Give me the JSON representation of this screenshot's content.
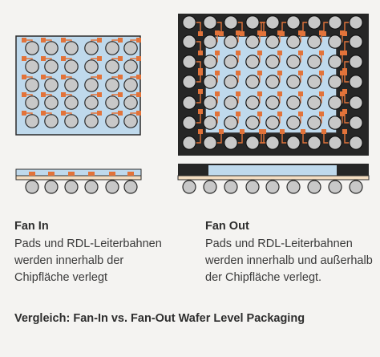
{
  "fan_in": {
    "title": "Fan In",
    "lines": [
      "Pads und RDL-Leiterbahnen",
      "werden innerhalb der",
      "Chipfläche verlegt"
    ]
  },
  "fan_out": {
    "title": "Fan Out",
    "lines": [
      "Pads und RDL-Leiterbahnen",
      "werden innerhalb und außerhalb",
      "der Chipfläche verlegt."
    ]
  },
  "footer": "Vergleich: Fan-In vs. Fan-Out Wafer Level Packaging",
  "colors": {
    "chip": "#bfd9ec",
    "border": "#2b2b2b",
    "ball": "#c8c8c8",
    "pad": "#e2733a",
    "trace": "#e2733a",
    "mold": "#262626",
    "substrate": "#f3dcc0"
  }
}
